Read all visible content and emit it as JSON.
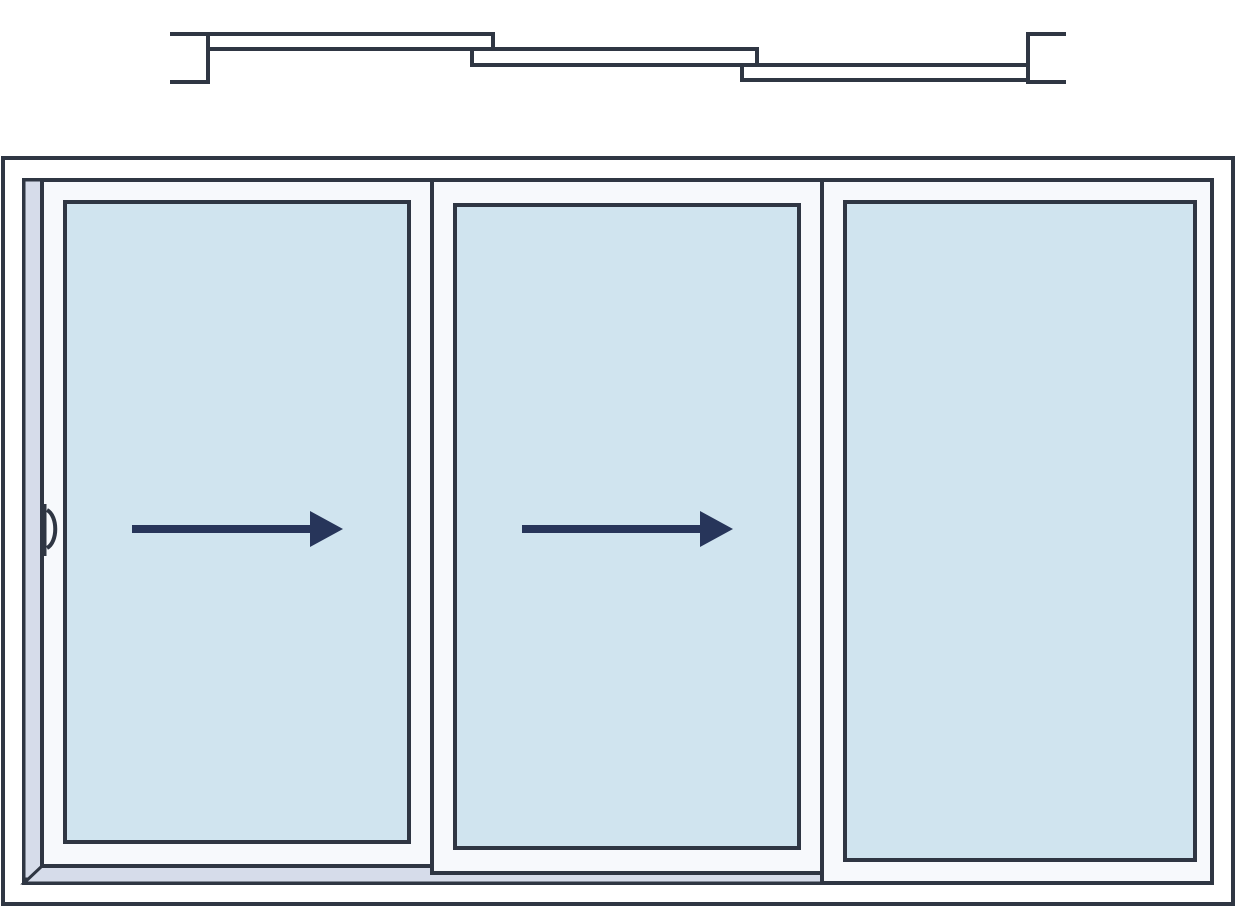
{
  "diagram": {
    "kind": "three-panel sliding door elevation with top plan view",
    "panels": [
      {
        "id": "left",
        "operation": "sliding",
        "direction": "right",
        "has_handle": true
      },
      {
        "id": "middle",
        "operation": "sliding",
        "direction": "right",
        "has_handle": false
      },
      {
        "id": "right",
        "operation": "fixed",
        "direction": null,
        "has_handle": false
      }
    ],
    "colors": {
      "stroke": "#2f3643",
      "glass": "#d0e4ef",
      "frame_fill": "#ffffff",
      "sash_fill": "#f7f9fc",
      "track_fill": "#d6dcea",
      "arrow": "#27355a"
    },
    "icons": [
      "arrow-right-icon",
      "door-handle-icon"
    ]
  }
}
